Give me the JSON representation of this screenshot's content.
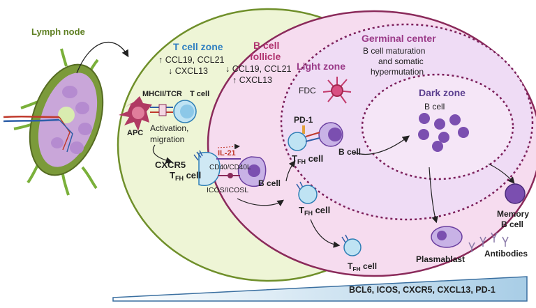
{
  "lymph_node": {
    "title": "Lymph node"
  },
  "t_cell_zone": {
    "title": "T cell zone",
    "chemokine_up": "↑ CCL19, CCL21",
    "chemokine_down": "↓ CXCL13"
  },
  "b_cell_follicle": {
    "title_line1": "B cell",
    "title_line2": "follicle",
    "chemokine_down": "↓ CCL19, CCL21",
    "chemokine_up": "↑ CXCL13"
  },
  "germinal_center": {
    "title": "Germinal center",
    "desc_line1": "B cell maturation",
    "desc_line2": "and somatic",
    "desc_line3": "hypermutation"
  },
  "light_zone": {
    "title": "Light zone",
    "fdc_label": "FDC",
    "pd1_label": "PD-1",
    "b_cell_label": "B cell"
  },
  "dark_zone": {
    "title": "Dark zone",
    "b_cell_label": "B cell"
  },
  "interaction": {
    "mhc_label": "MHCII/TCR",
    "t_cell_label": "T cell",
    "apc_label": "APC",
    "activation_line1": "Activation,",
    "activation_line2": "migration",
    "cxcr5_label": "CXCR5",
    "il21_label": "IL-21",
    "cd40_label": "CD40/CD40L",
    "icos_label": "ICOS/ICOSL",
    "b_cell_label": "B cell"
  },
  "tfh": {
    "main": "T",
    "sub": "FH",
    "suffix": " cell"
  },
  "outputs": {
    "memory_line1": "Memory",
    "memory_line2": "B cell",
    "plasmablast": "Plasmablast",
    "antibodies": "Antibodies"
  },
  "gradient_bar": {
    "label": "BCL6, ICOS, CXCR5, CXCL13, PD-1"
  },
  "colors": {
    "t_zone_fill": "#eef5d6",
    "t_zone_stroke": "#6f8f2a",
    "follicle_fill": "#f6dcef",
    "follicle_stroke": "#8a2a5a",
    "germinal_fill": "#efdcf5",
    "dark_zone_fill": "#f5e6f7",
    "germinal_stroke": "#7b1e5a",
    "t_zone_title": "#2f7fc1",
    "follicle_title": "#b0336f",
    "germinal_title": "#9a3a88",
    "dark_zone_title": "#5b3f8f",
    "b_cell": "#7b4fb0",
    "apc": "#b03a63",
    "t_cell": "#bfe3f3",
    "il21": "#c0392b"
  }
}
